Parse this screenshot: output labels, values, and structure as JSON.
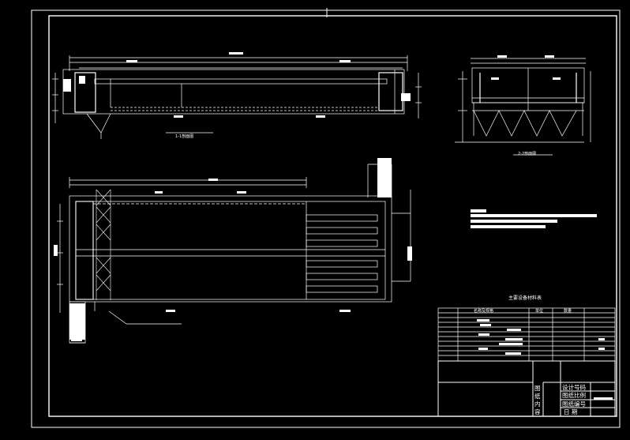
{
  "section_views": {
    "long_section_caption": "1-1剖面图",
    "cross_section_caption": "2-2剖面图"
  },
  "equipment_table": {
    "title": "主要设备材料表",
    "header": [
      "名称及规格",
      "单位",
      "数量"
    ]
  },
  "title_block": {
    "vertical_label": [
      "图",
      "纸",
      "内",
      "容"
    ],
    "rows": [
      "设计号码",
      "图纸比例",
      "图纸编号",
      "日  期"
    ]
  },
  "colors": {
    "background": "#000000",
    "line": "#ffffff"
  }
}
